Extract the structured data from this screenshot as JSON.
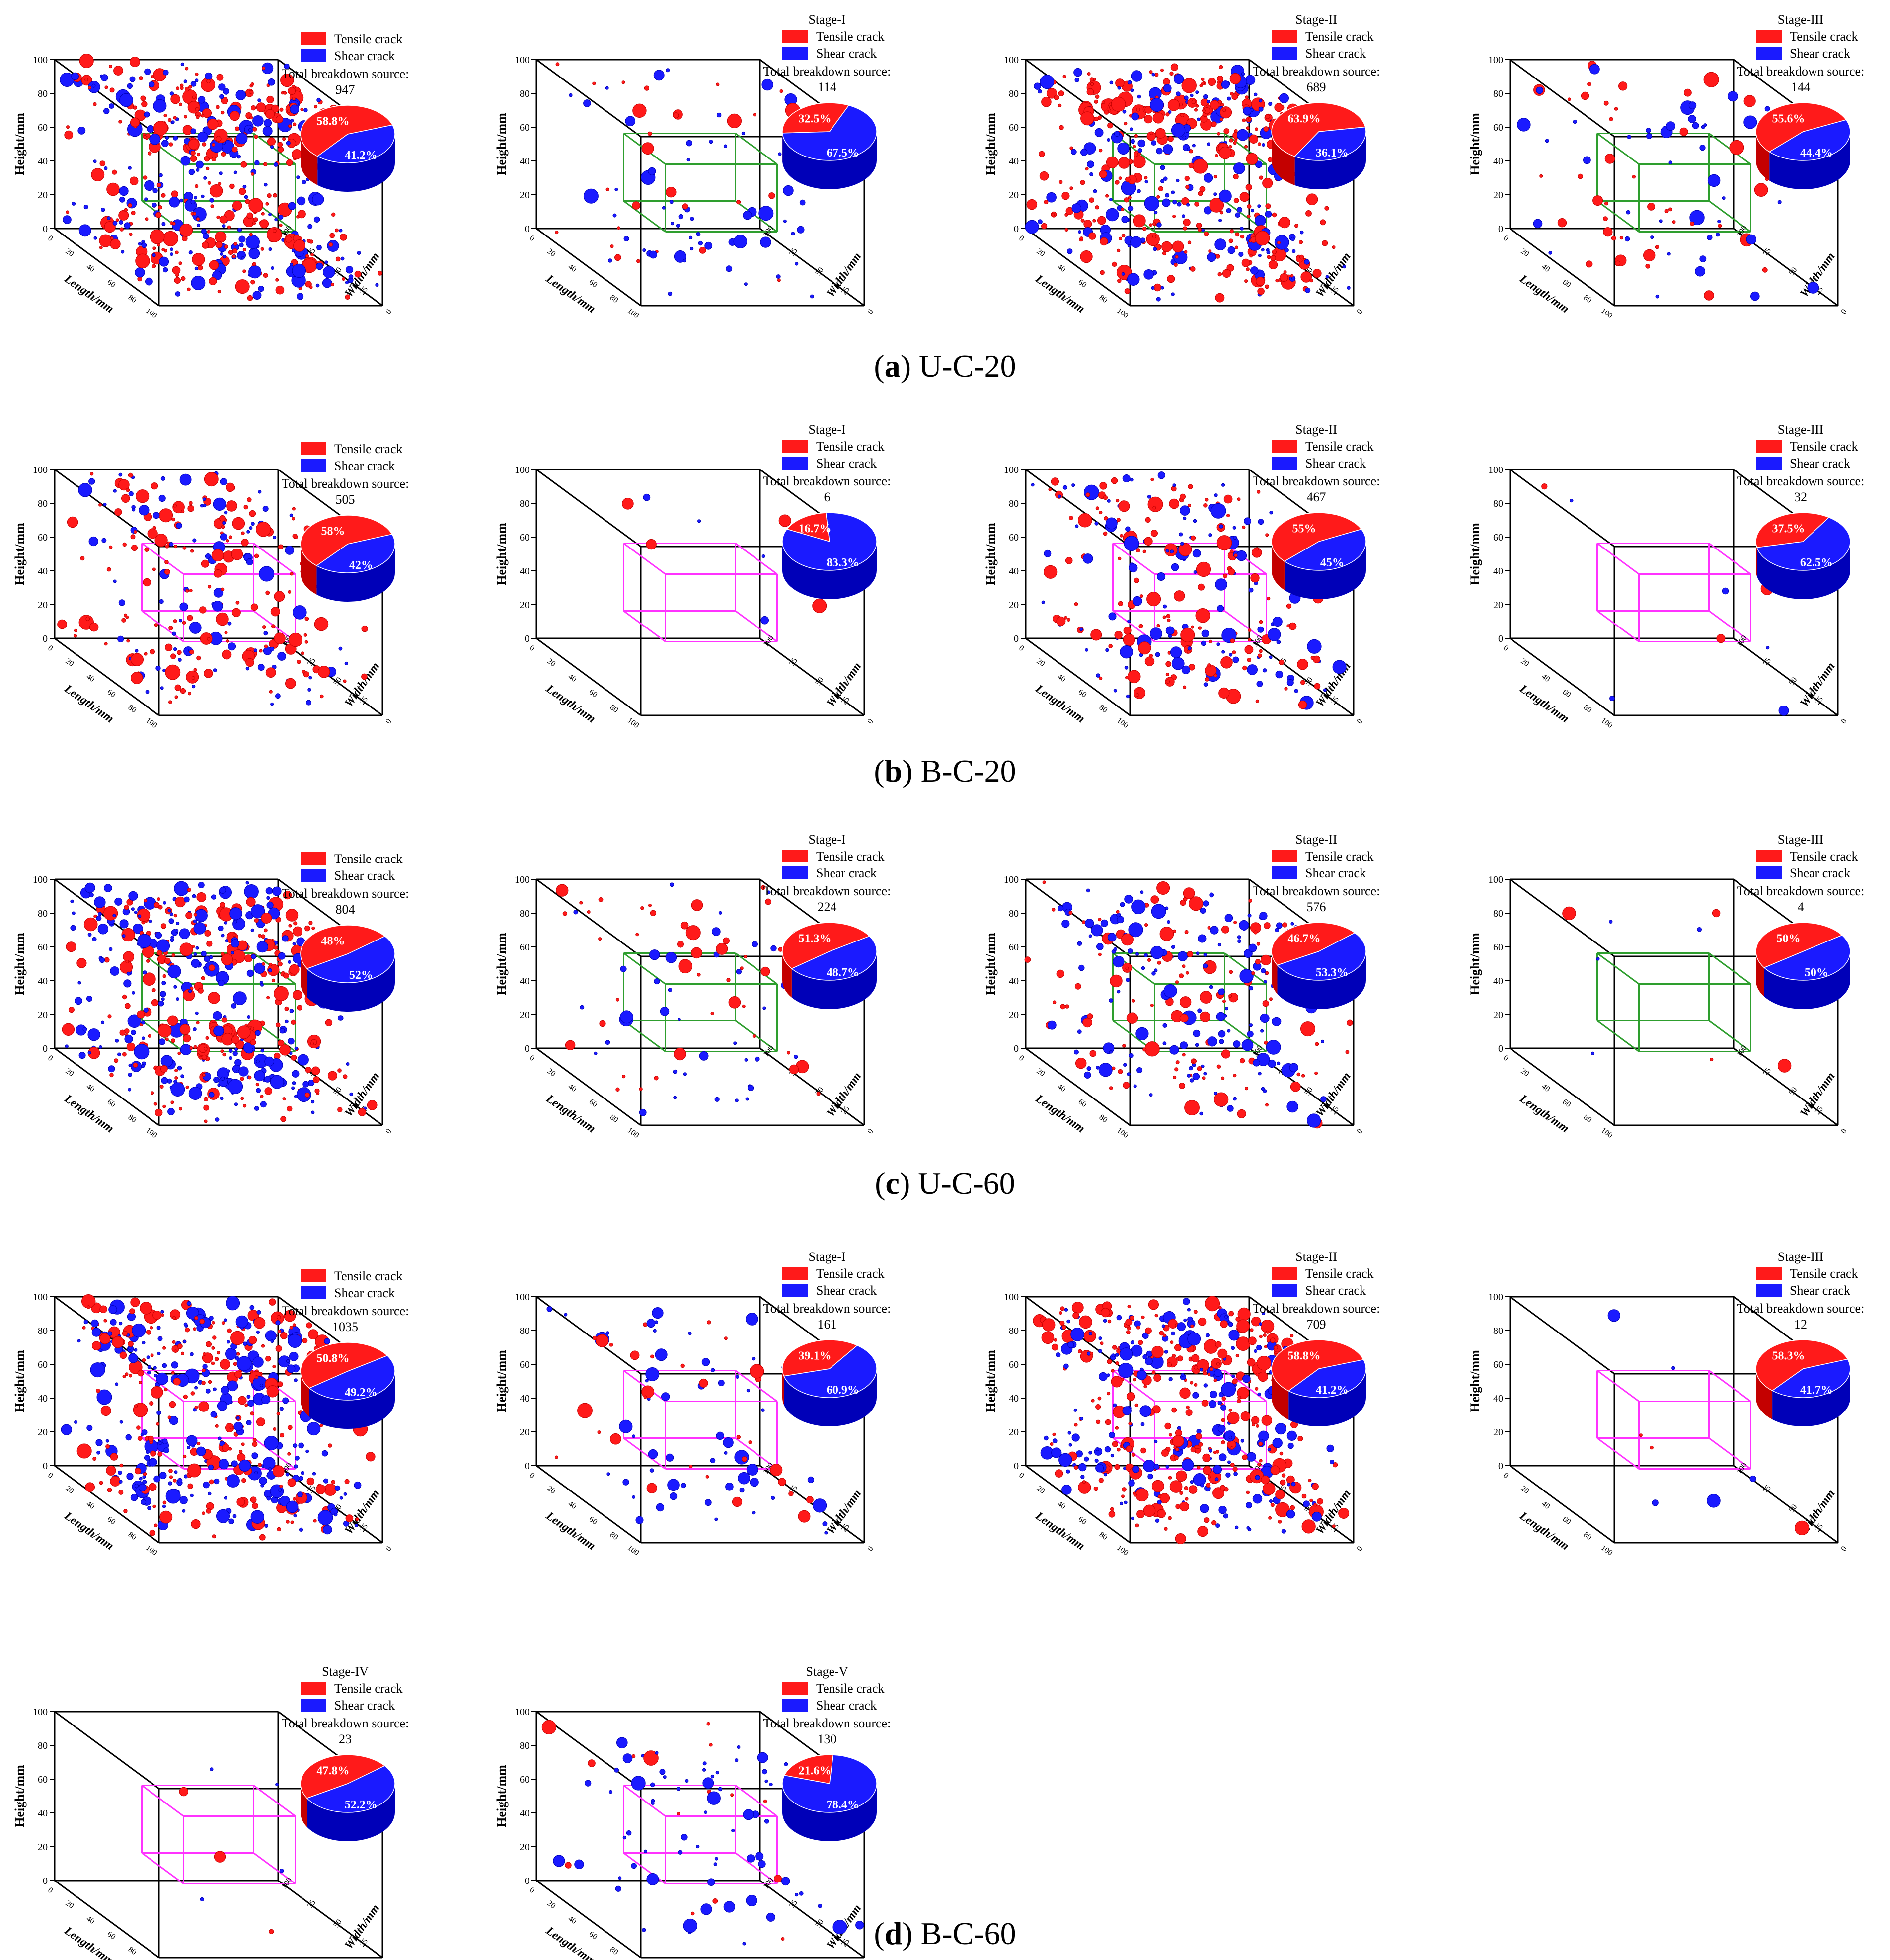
{
  "captions": [
    {
      "letter": "a",
      "name": "U-C-20"
    },
    {
      "letter": "b",
      "name": "B-C-20"
    },
    {
      "letter": "c",
      "name": "U-C-60"
    },
    {
      "letter": "d",
      "name": "B-C-60"
    }
  ],
  "legend": {
    "tensile_label": "Tensile crack",
    "shear_label": "Shear    crack",
    "total_label": "Total breakdown source:"
  },
  "axes": {
    "height_label": "Height/mm",
    "length_label": "Length/mm",
    "width_label": "Width/mm",
    "height_ticks": [
      "0",
      "20",
      "40",
      "60",
      "80",
      "100"
    ],
    "length_ticks": [
      "0",
      "20",
      "40",
      "60",
      "80",
      "100"
    ],
    "width_ticks": [
      "0",
      "25",
      "50",
      "75",
      "100"
    ]
  },
  "colors": {
    "tensile": "#ff1a1a",
    "tensile_dark": "#c40000",
    "shear": "#1a1aff",
    "shear_dark": "#0000b8",
    "inner_box_green": "#2e9e2e",
    "inner_box_magenta": "#ff33ff"
  },
  "chart_data": [
    {
      "type": "scatter3d+pie",
      "sample": "U-C-20",
      "stage": "",
      "total": "947",
      "density": "high",
      "inner_box": "green",
      "series": [
        {
          "name": "Tensile crack",
          "value": 58.8,
          "label": "58.8%"
        },
        {
          "name": "Shear    crack",
          "value": 41.2,
          "label": "41.2%"
        }
      ],
      "xlim": [
        0,
        100
      ],
      "ylim": [
        0,
        100
      ],
      "zlim": [
        0,
        100
      ]
    },
    {
      "type": "scatter3d+pie",
      "sample": "U-C-20",
      "stage": "Stage-I",
      "total": "114",
      "density": "low",
      "inner_box": "green",
      "series": [
        {
          "name": "Tensile crack",
          "value": 32.5,
          "label": "32.5%"
        },
        {
          "name": "Shear    crack",
          "value": 67.5,
          "label": "67.5%"
        }
      ],
      "xlim": [
        0,
        100
      ],
      "ylim": [
        0,
        100
      ],
      "zlim": [
        0,
        100
      ]
    },
    {
      "type": "scatter3d+pie",
      "sample": "U-C-20",
      "stage": "Stage-II",
      "total": "689",
      "density": "high",
      "inner_box": "green",
      "series": [
        {
          "name": "Tensile crack",
          "value": 63.9,
          "label": "63.9%"
        },
        {
          "name": "Shear    crack",
          "value": 36.1,
          "label": "36.1%"
        }
      ],
      "xlim": [
        0,
        100
      ],
      "ylim": [
        0,
        100
      ],
      "zlim": [
        0,
        100
      ]
    },
    {
      "type": "scatter3d+pie",
      "sample": "U-C-20",
      "stage": "Stage-III",
      "total": "144",
      "density": "low",
      "inner_box": "green",
      "series": [
        {
          "name": "Tensile crack",
          "value": 55.6,
          "label": "55.6%"
        },
        {
          "name": "Shear    crack",
          "value": 44.4,
          "label": "44.4%"
        }
      ],
      "xlim": [
        0,
        100
      ],
      "ylim": [
        0,
        100
      ],
      "zlim": [
        0,
        100
      ]
    },
    {
      "type": "scatter3d+pie",
      "sample": "B-C-20",
      "stage": "",
      "total": "505",
      "density": "medium",
      "inner_box": "magenta",
      "series": [
        {
          "name": "Tensile crack",
          "value": 58,
          "label": "58%"
        },
        {
          "name": "Shear    crack",
          "value": 42,
          "label": "42%"
        }
      ],
      "xlim": [
        0,
        100
      ],
      "ylim": [
        0,
        100
      ],
      "zlim": [
        0,
        100
      ]
    },
    {
      "type": "scatter3d+pie",
      "sample": "B-C-20",
      "stage": "Stage-I",
      "total": "6",
      "density": "tiny",
      "inner_box": "magenta",
      "series": [
        {
          "name": "Tensile crack",
          "value": 16.7,
          "label": "16.7%"
        },
        {
          "name": "Shear    crack",
          "value": 83.3,
          "label": "83.3%"
        }
      ],
      "xlim": [
        0,
        100
      ],
      "ylim": [
        0,
        100
      ],
      "zlim": [
        0,
        100
      ]
    },
    {
      "type": "scatter3d+pie",
      "sample": "B-C-20",
      "stage": "Stage-II",
      "total": "467",
      "density": "medium",
      "inner_box": "magenta",
      "series": [
        {
          "name": "Tensile crack",
          "value": 55,
          "label": "55%"
        },
        {
          "name": "Shear    crack",
          "value": 45,
          "label": "45%"
        }
      ],
      "xlim": [
        0,
        100
      ],
      "ylim": [
        0,
        100
      ],
      "zlim": [
        0,
        100
      ]
    },
    {
      "type": "scatter3d+pie",
      "sample": "B-C-20",
      "stage": "Stage-III",
      "total": "32",
      "density": "tiny",
      "inner_box": "magenta",
      "series": [
        {
          "name": "Tensile crack",
          "value": 37.5,
          "label": "37.5%"
        },
        {
          "name": "Shear    crack",
          "value": 62.5,
          "label": "62.5%"
        }
      ],
      "xlim": [
        0,
        100
      ],
      "ylim": [
        0,
        100
      ],
      "zlim": [
        0,
        100
      ]
    },
    {
      "type": "scatter3d+pie",
      "sample": "U-C-60",
      "stage": "",
      "total": "804",
      "density": "high",
      "inner_box": "green",
      "series": [
        {
          "name": "Tensile crack",
          "value": 48,
          "label": "48%"
        },
        {
          "name": "Shear    crack",
          "value": 52,
          "label": "52%"
        }
      ],
      "xlim": [
        0,
        100
      ],
      "ylim": [
        0,
        100
      ],
      "zlim": [
        0,
        100
      ]
    },
    {
      "type": "scatter3d+pie",
      "sample": "U-C-60",
      "stage": "Stage-I",
      "total": "224",
      "density": "low",
      "inner_box": "green",
      "series": [
        {
          "name": "Tensile crack",
          "value": 51.3,
          "label": "51.3%"
        },
        {
          "name": "Shear    crack",
          "value": 48.7,
          "label": "48.7%"
        }
      ],
      "xlim": [
        0,
        100
      ],
      "ylim": [
        0,
        100
      ],
      "zlim": [
        0,
        100
      ]
    },
    {
      "type": "scatter3d+pie",
      "sample": "U-C-60",
      "stage": "Stage-II",
      "total": "576",
      "density": "medium",
      "inner_box": "green",
      "series": [
        {
          "name": "Tensile crack",
          "value": 46.7,
          "label": "46.7%"
        },
        {
          "name": "Shear    crack",
          "value": 53.3,
          "label": "53.3%"
        }
      ],
      "xlim": [
        0,
        100
      ],
      "ylim": [
        0,
        100
      ],
      "zlim": [
        0,
        100
      ]
    },
    {
      "type": "scatter3d+pie",
      "sample": "U-C-60",
      "stage": "Stage-III",
      "total": "4",
      "density": "tiny",
      "inner_box": "green",
      "series": [
        {
          "name": "Tensile crack",
          "value": 50,
          "label": "50%"
        },
        {
          "name": "Shear    crack",
          "value": 50,
          "label": "50%"
        }
      ],
      "xlim": [
        0,
        100
      ],
      "ylim": [
        0,
        100
      ],
      "zlim": [
        0,
        100
      ]
    },
    {
      "type": "scatter3d+pie",
      "sample": "B-C-60",
      "stage": "",
      "total": "1035",
      "density": "high",
      "inner_box": "magenta",
      "series": [
        {
          "name": "Tensile crack",
          "value": 50.8,
          "label": "50.8%"
        },
        {
          "name": "Shear    crack",
          "value": 49.2,
          "label": "49.2%"
        }
      ],
      "xlim": [
        0,
        100
      ],
      "ylim": [
        0,
        100
      ],
      "zlim": [
        0,
        100
      ]
    },
    {
      "type": "scatter3d+pie",
      "sample": "B-C-60",
      "stage": "Stage-I",
      "total": "161",
      "density": "low",
      "inner_box": "magenta",
      "series": [
        {
          "name": "Tensile crack",
          "value": 39.1,
          "label": "39.1%"
        },
        {
          "name": "Shear    crack",
          "value": 60.9,
          "label": "60.9%"
        }
      ],
      "xlim": [
        0,
        100
      ],
      "ylim": [
        0,
        100
      ],
      "zlim": [
        0,
        100
      ]
    },
    {
      "type": "scatter3d+pie",
      "sample": "B-C-60",
      "stage": "Stage-II",
      "total": "709",
      "density": "high",
      "inner_box": "magenta",
      "series": [
        {
          "name": "Tensile crack",
          "value": 58.8,
          "label": "58.8%"
        },
        {
          "name": "Shear    crack",
          "value": 41.2,
          "label": "41.2%"
        }
      ],
      "xlim": [
        0,
        100
      ],
      "ylim": [
        0,
        100
      ],
      "zlim": [
        0,
        100
      ]
    },
    {
      "type": "scatter3d+pie",
      "sample": "B-C-60",
      "stage": "Stage-III",
      "total": "12",
      "density": "tiny",
      "inner_box": "magenta",
      "series": [
        {
          "name": "Tensile crack",
          "value": 58.3,
          "label": "58.3%"
        },
        {
          "name": "Shear    crack",
          "value": 41.7,
          "label": "41.7%"
        }
      ],
      "xlim": [
        0,
        100
      ],
      "ylim": [
        0,
        100
      ],
      "zlim": [
        0,
        100
      ]
    },
    {
      "type": "scatter3d+pie",
      "sample": "B-C-60",
      "stage": "Stage-IV",
      "total": "23",
      "density": "tiny",
      "inner_box": "magenta",
      "series": [
        {
          "name": "Tensile crack",
          "value": 47.8,
          "label": "47.8%"
        },
        {
          "name": "Shear    crack",
          "value": 52.2,
          "label": "52.2%"
        }
      ],
      "xlim": [
        0,
        100
      ],
      "ylim": [
        0,
        100
      ],
      "zlim": [
        0,
        100
      ]
    },
    {
      "type": "scatter3d+pie",
      "sample": "B-C-60",
      "stage": "Stage-V",
      "total": "130",
      "density": "low",
      "inner_box": "magenta",
      "series": [
        {
          "name": "Tensile crack",
          "value": 21.6,
          "label": "21.6%"
        },
        {
          "name": "Shear    crack",
          "value": 78.4,
          "label": "78.4%"
        }
      ],
      "xlim": [
        0,
        100
      ],
      "ylim": [
        0,
        100
      ],
      "zlim": [
        0,
        100
      ]
    }
  ]
}
